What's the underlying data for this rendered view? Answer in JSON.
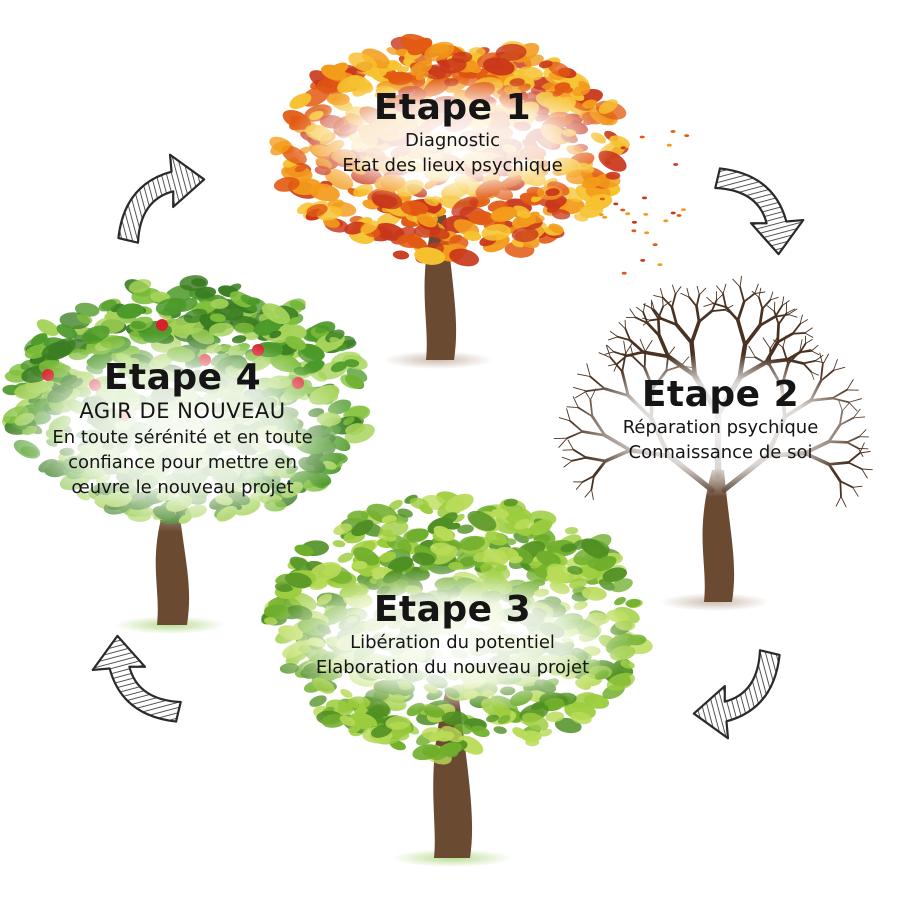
{
  "stages": [
    {
      "id": "etape-1",
      "title": "Etape 1",
      "lines": [
        "Diagnostic",
        "Etat des lieux psychique"
      ],
      "season": "autumn",
      "foliage": [
        "#e25a12",
        "#f39b1a",
        "#c9361a",
        "#f6c230"
      ]
    },
    {
      "id": "etape-2",
      "title": "Etape 2",
      "lines": [
        "Réparation psychique",
        "Connaissance de soi"
      ],
      "season": "winter",
      "foliage": []
    },
    {
      "id": "etape-3",
      "title": "Etape 3",
      "lines": [
        "Libération du potentiel",
        "Elaboration du nouveau projet"
      ],
      "season": "spring",
      "foliage": [
        "#6fae2c",
        "#9ccd3e",
        "#4f8f23",
        "#b9dc58"
      ]
    },
    {
      "id": "etape-4",
      "title": "Etape 4",
      "subtitle": "AGIR DE NOUVEAU",
      "lines": [
        "En toute sérénité et en toute",
        "confiance pour mettre en",
        "œuvre le nouveau projet"
      ],
      "season": "summer",
      "foliage": [
        "#4d9a2a",
        "#7fbf3a",
        "#3a7d22",
        "#a6d35a"
      ],
      "fruit_color": "#d8202a"
    }
  ],
  "colors": {
    "trunk": "#6b4a32",
    "trunk_dark": "#4a3222",
    "arrow_stroke": "#2a2a2a",
    "text": "#151515"
  },
  "arrow_icon": "hatched-curved-arrow-icon"
}
